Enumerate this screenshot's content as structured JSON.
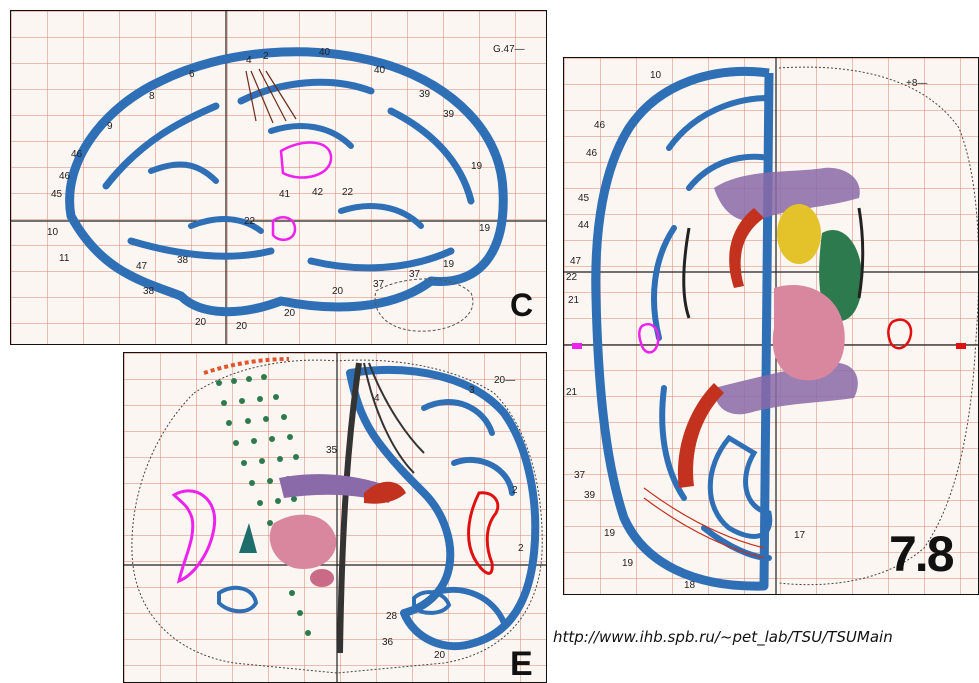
{
  "panel_c": {
    "ref": "G.47—",
    "letter": "C"
  },
  "panel_e": {
    "ref": "20—",
    "letter": "E"
  },
  "panel_78": {
    "ref": "+8—",
    "letter": "7.8"
  },
  "source_url": "http://www.ihb.spb.ru/~pet_lab/TSU/TSUMain",
  "colors": {
    "cortex": "#2f6fb5",
    "roi_magenta": "#ee22ee",
    "roi_red": "#e11010",
    "caudate_yellow": "#e3c22a",
    "putamen_green": "#2e7a4f",
    "thalamus_pink": "#d9869f",
    "tract_purple": "#8a6aa8",
    "fornix_red": "#c2321f"
  }
}
